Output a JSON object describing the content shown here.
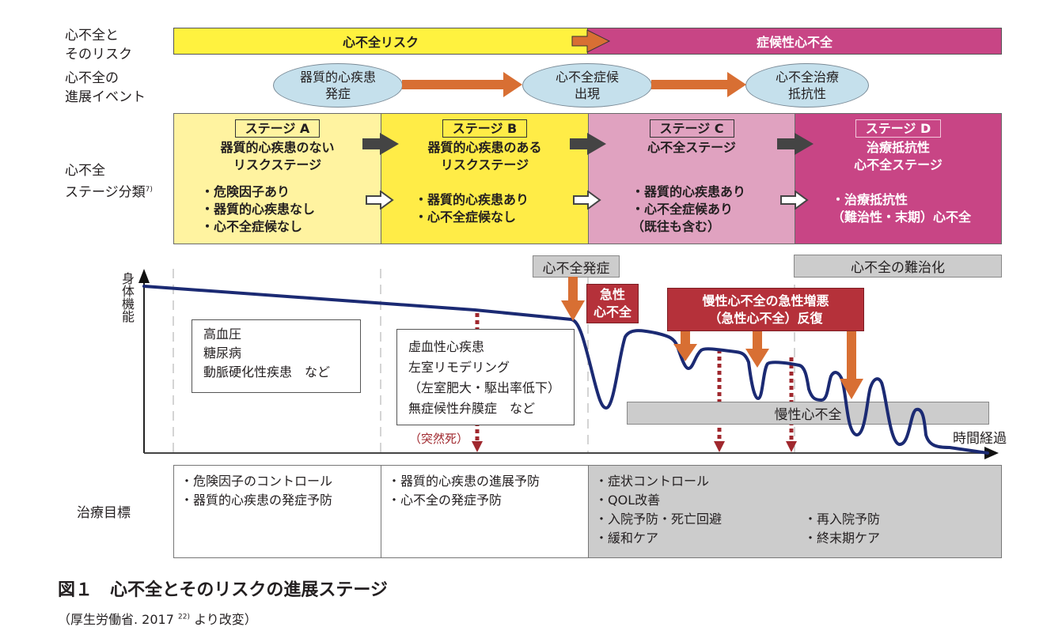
{
  "row_labels": {
    "risk": [
      "心不全と",
      "そのリスク"
    ],
    "events": [
      "心不全の",
      "進展イベント"
    ],
    "stages": [
      "心不全",
      "ステージ分類"
    ],
    "stages_ref": "7)",
    "goals": "治療目標"
  },
  "risk_bar": {
    "left_label": "心不全リスク",
    "right_label": "症候性心不全",
    "left_color": "#fff23f",
    "right_color": "#c84585"
  },
  "events": [
    {
      "lines": [
        "器質的心疾患",
        "発症"
      ]
    },
    {
      "lines": [
        "心不全症候",
        "出現"
      ]
    },
    {
      "lines": [
        "心不全治療",
        "抵抗性"
      ]
    }
  ],
  "stages": [
    {
      "tag": "ステージ A",
      "title": [
        "器質的心疾患のない",
        "リスクステージ"
      ],
      "bullets": [
        "・危険因子あり",
        "・器質的心疾患なし",
        "・心不全症候なし"
      ],
      "color": "#fff3a0"
    },
    {
      "tag": "ステージ B",
      "title": [
        "器質的心疾患のある",
        "リスクステージ"
      ],
      "bullets": [
        "・器質的心疾患あり",
        "・心不全症候なし"
      ],
      "color": "#ffec47"
    },
    {
      "tag": "ステージ C",
      "title": [
        "心不全ステージ"
      ],
      "bullets": [
        "・器質的心疾患あり",
        "・心不全症候あり",
        "（既往も含む）"
      ],
      "color": "#e0a2c0"
    },
    {
      "tag": "ステージ D",
      "title": [
        "治療抵抗性",
        "心不全ステージ"
      ],
      "bullets": [
        "・治療抵抗性",
        "（難治性・末期）心不全"
      ],
      "color": "#c84585"
    }
  ],
  "graph": {
    "y_axis_label": "身体機能",
    "x_axis_label": "時間経過",
    "onset_label": "心不全発症",
    "refractory_label": "心不全の難治化",
    "acute_label": [
      "急性",
      "心不全"
    ],
    "repeat_label": [
      "慢性心不全の急性増悪",
      "（急性心不全）反復"
    ],
    "chronic_label": "慢性心不全",
    "sudden_death_label": "（突然死）",
    "stage_a_box": [
      "高血圧",
      "糖尿病",
      "動脈硬化性疾患　など"
    ],
    "stage_b_box": [
      "虚血性心疾患",
      "左室リモデリング",
      "（左室肥大・駆出率低下）",
      "無症候性弁膜症　など"
    ]
  },
  "goals": {
    "col_a": [
      "・危険因子のコントロール",
      "・器質的心疾患の発症予防"
    ],
    "col_b": [
      "・器質的心疾患の進展予防",
      "・心不全の発症予防"
    ],
    "col_cd_left": [
      "・症状コントロール",
      "・QOL改善",
      "・入院予防・死亡回避",
      "・緩和ケア"
    ],
    "col_cd_right": [
      "・再入院予防",
      "・終末期ケア"
    ]
  },
  "caption": {
    "title": "図１　心不全とそのリスクの進展ステージ",
    "source_pre": "（厚生労働省. 2017",
    "source_ref": "22)",
    "source_post": "より改変）"
  }
}
